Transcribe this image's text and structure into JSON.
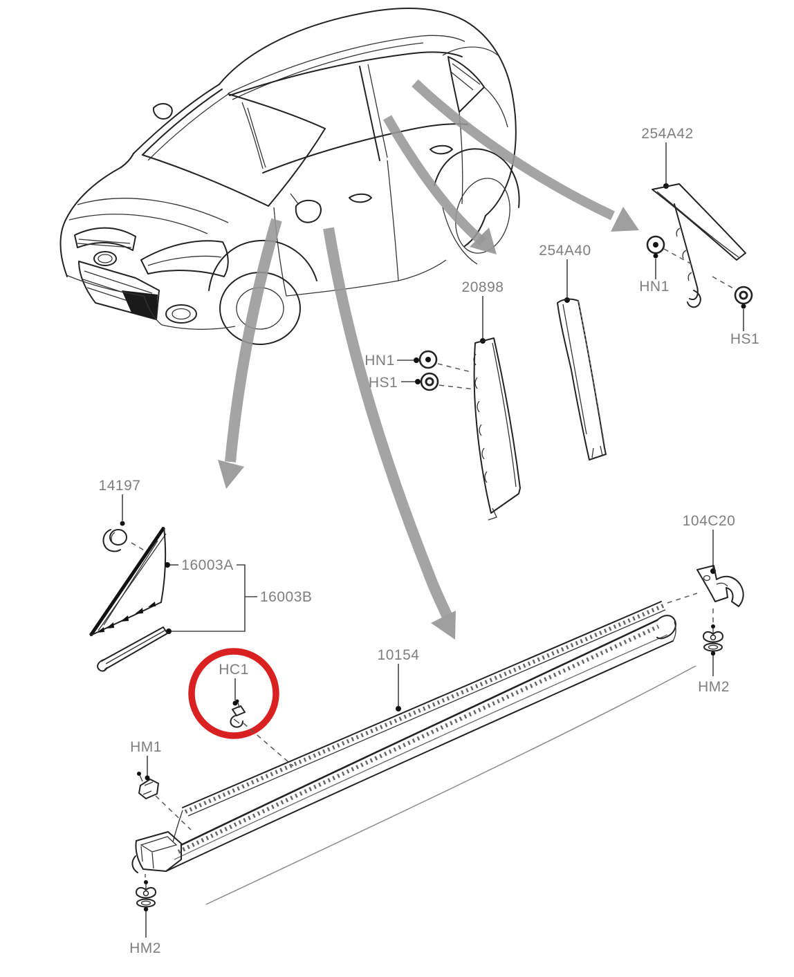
{
  "diagram": {
    "type": "exploded-parts-diagram",
    "subject": "hatchback-exterior-pillar-and-rocker-mouldings",
    "vehicle_drawing": "ford-focus-hatchback-front-three-quarter-line-art",
    "colors": {
      "highlight_circle": "#d92121",
      "label_text": "#7e7e7e",
      "line_art": "#222222",
      "direction_arrows": "#979797"
    },
    "highlight": {
      "shape": "circle",
      "highlighted_part": "HC1"
    },
    "labels": {
      "p254a42": "254A42",
      "hn1_right": "HN1",
      "hs1_right": "HS1",
      "p20898": "20898",
      "p254a40": "254A40",
      "hn1_mid": "HN1",
      "hs1_mid": "HS1",
      "p14197": "14197",
      "p16003a": "16003A",
      "p16003b": "16003B",
      "hc1": "HC1",
      "p10154": "10154",
      "p104c20": "104C20",
      "hm2_right": "HM2",
      "hm1": "HM1",
      "hm2_bottom": "HM2"
    }
  }
}
